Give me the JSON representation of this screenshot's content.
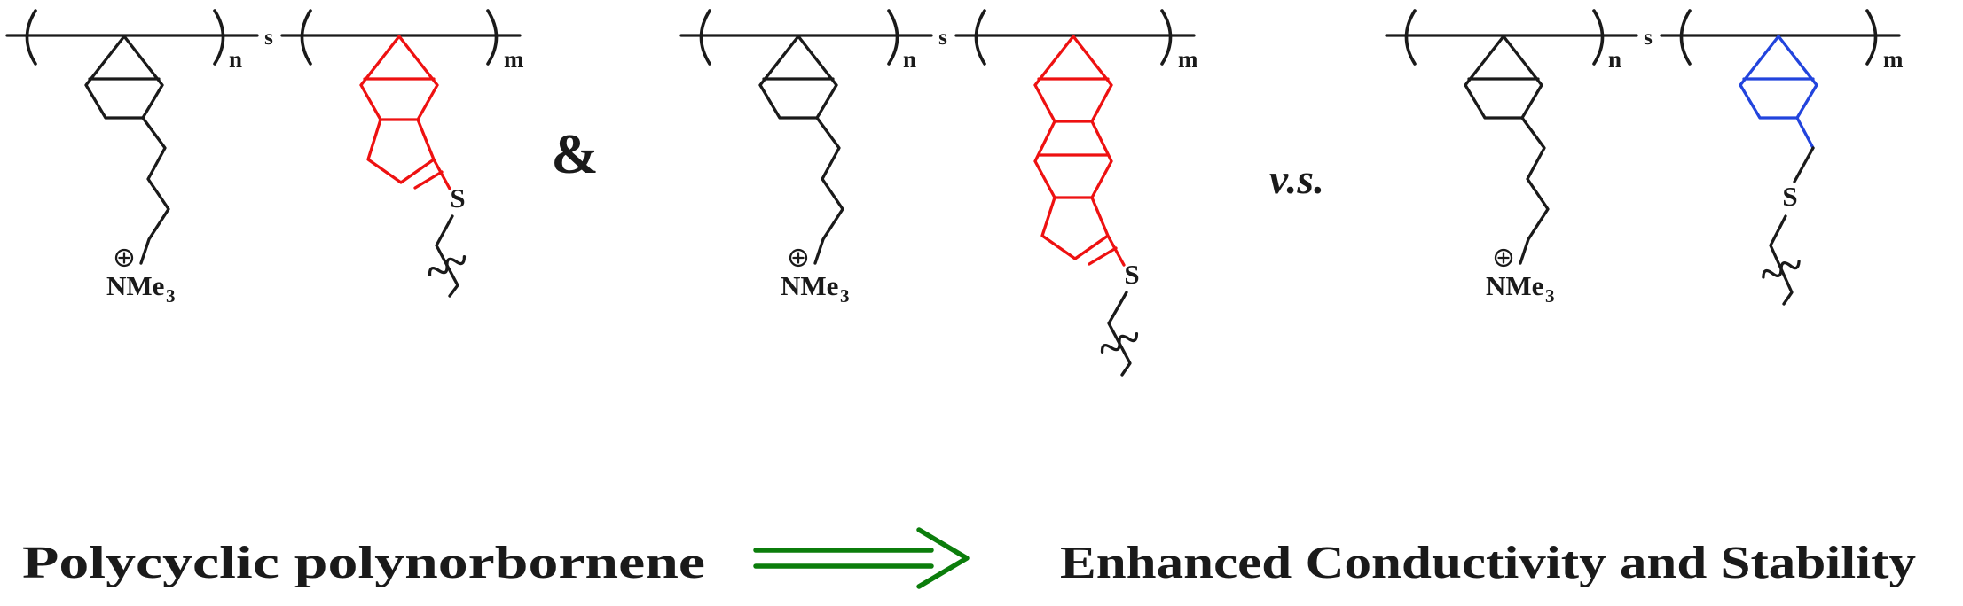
{
  "colors": {
    "black": "#1a1a1a",
    "red": "#ee1111",
    "blue": "#2244dd",
    "green": "#0b7d0b"
  },
  "labels": {
    "repeat_n": "n",
    "repeat_m": "m",
    "stat_s": "s",
    "ampersand": "&",
    "versus": "v.s.",
    "sulfur": "S",
    "ammonium_base": "NMe",
    "ammonium_sub": "3"
  },
  "captions": {
    "left": "Polycyclic polynorbornene",
    "right": "Enhanced Conductivity and Stability"
  }
}
